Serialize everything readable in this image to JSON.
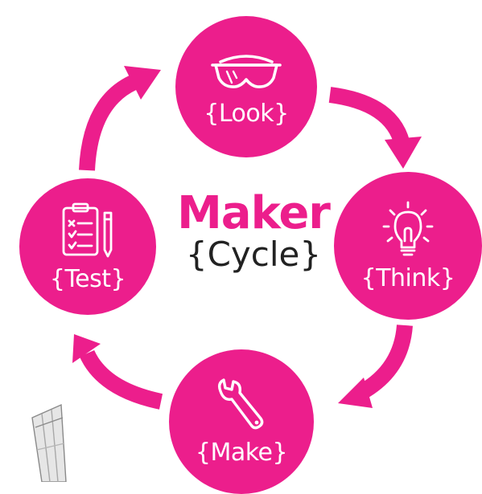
{
  "title": {
    "maker": "Maker",
    "cycle": "{Cycle}"
  },
  "nodes": {
    "look": {
      "label": "{Look}",
      "icon": "safety-goggles-icon"
    },
    "think": {
      "label": "{Think}",
      "icon": "lightbulb-icon"
    },
    "make": {
      "label": "{Make}",
      "icon": "wrench-icon"
    },
    "test": {
      "label": "{Test}",
      "icon": "checklist-clipboard-icon"
    }
  },
  "colors": {
    "accent": "#ec1e8c",
    "text_dark": "#222222",
    "on_accent": "#ffffff"
  }
}
